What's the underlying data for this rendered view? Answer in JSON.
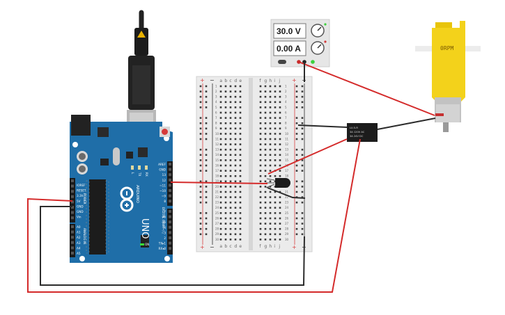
{
  "power_supply": {
    "voltage_display": "30.0 V",
    "current_display": "0.00 A"
  },
  "motor": {
    "rpm_label": "0RPM"
  },
  "relay": {
    "lines": [
      "LU-5-R",
      "3A 120V AC",
      "3A 24V DC"
    ]
  },
  "breadboard": {
    "columns_left": [
      "a",
      "b",
      "c",
      "d",
      "e"
    ],
    "columns_right": [
      "f",
      "g",
      "h",
      "i",
      "j"
    ],
    "rows": 30,
    "rail_plus": "+",
    "rail_minus": "−"
  },
  "arduino": {
    "brand": "ARDUINO",
    "model": "UNO",
    "on_label": "ON",
    "power_header_label": "POWER",
    "analog_header_label": "ANALOG IN",
    "digital_header_label": "DIGITAL (PWM~)",
    "power_pins": [
      "IOREF",
      "RESET",
      "3.3V",
      "5V",
      "GND",
      "GND",
      "Vin"
    ],
    "analog_pins": [
      "A0",
      "A1",
      "A2",
      "A3",
      "A4",
      "A5"
    ],
    "digital_pins_top": [
      "AREF",
      "GND",
      "13",
      "12",
      "~11",
      "~10",
      "~9",
      "8"
    ],
    "digital_pins_bottom": [
      "7",
      "~6",
      "~5",
      "4",
      "~3",
      "2",
      "TX▸1",
      "RX◂0"
    ],
    "led_labels": [
      "L",
      "TX",
      "RX"
    ]
  },
  "colors": {
    "wire_red": "#d42a2a",
    "wire_black": "#2b2b2b",
    "arduino_blue": "#1f6ea8",
    "motor_yellow": "#f3d21b",
    "breadboard": "#ebebeb"
  }
}
